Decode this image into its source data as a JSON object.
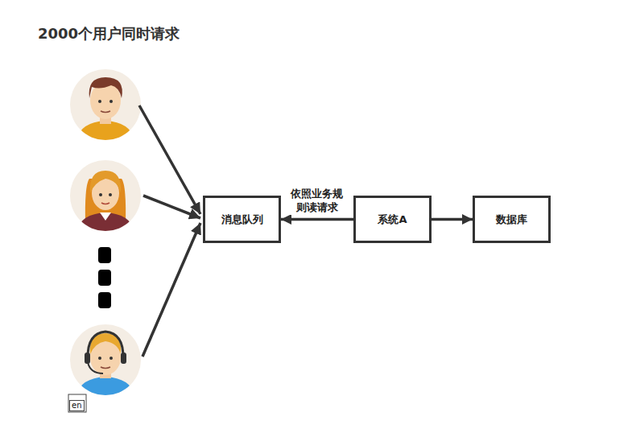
{
  "diagram": {
    "title": "2000个用户同时请求",
    "nodes": [
      {
        "text": [
          "消息队列"
        ]
      },
      {
        "text": [
          "系统A"
        ]
      },
      {
        "text": [
          "数据库"
        ]
      }
    ],
    "edges": [
      {
        "from": 1,
        "to": 0,
        "arrow": "to",
        "label": "依照业务规则读请求"
      },
      {
        "from": 1,
        "to": 2,
        "arrow": "to"
      }
    ],
    "labels": [
      "en"
    ]
  }
}
